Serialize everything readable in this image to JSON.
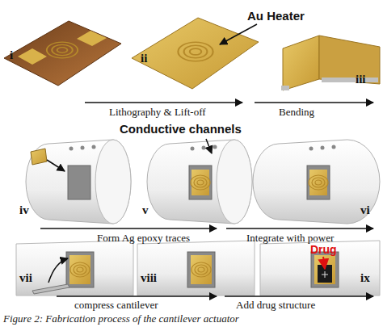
{
  "diagram": {
    "caption": "Figure 2: Fabrication process of the cantilever actuator",
    "labels": [
      "Au Heater",
      "i",
      "ii",
      "iii",
      "Lithography & Lift-off",
      "Bending",
      "Conductive channels",
      "iv",
      "v",
      "vi",
      "Form Ag epoxy traces",
      "Integrate with power",
      "vii",
      "viii",
      "ix",
      "Drug",
      "compress cantilever",
      "Add drug structure"
    ]
  }
}
